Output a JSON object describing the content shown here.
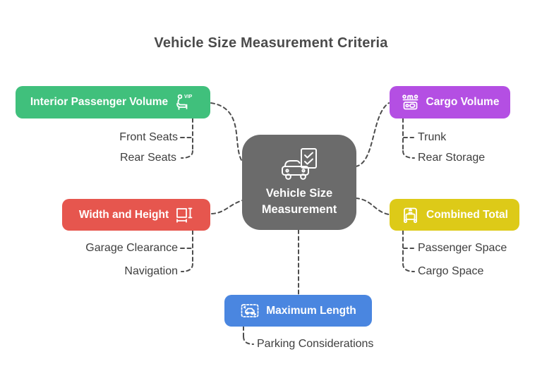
{
  "title": "Vehicle Size Measurement Criteria",
  "center": {
    "label_line1": "Vehicle Size",
    "label_line2": "Measurement",
    "icon": "car-checklist-icon",
    "color": "#6b6b6b"
  },
  "branches": [
    {
      "id": "interior-passenger-volume",
      "label": "Interior Passenger Volume",
      "icon": "vip-seat-icon",
      "icon_side": "right",
      "color": "#40c07c",
      "children": [
        "Front Seats",
        "Rear Seats"
      ]
    },
    {
      "id": "cargo-volume",
      "label": "Cargo Volume",
      "icon": "roof-cargo-icon",
      "icon_side": "left",
      "color": "#b44fe3",
      "children": [
        "Trunk",
        "Rear Storage"
      ]
    },
    {
      "id": "width-and-height",
      "label": "Width and Height",
      "icon": "width-height-icon",
      "icon_side": "right",
      "color": "#e6564e",
      "children": [
        "Garage Clearance",
        "Navigation"
      ]
    },
    {
      "id": "combined-total",
      "label": "Combined Total",
      "icon": "luggage-cart-icon",
      "icon_side": "left",
      "color": "#ddca18",
      "children": [
        "Passenger Space",
        "Cargo Space"
      ]
    },
    {
      "id": "maximum-length",
      "label": "Maximum Length",
      "icon": "car-length-icon",
      "icon_side": "left",
      "color": "#4a86e0",
      "children": [
        "Parking Considerations"
      ]
    }
  ],
  "colors": {
    "connector": "#4d4d4d",
    "title_text": "#4b4b4b",
    "child_text": "#3e3e3e",
    "node_text": "#ffffff",
    "background": "#ffffff"
  }
}
